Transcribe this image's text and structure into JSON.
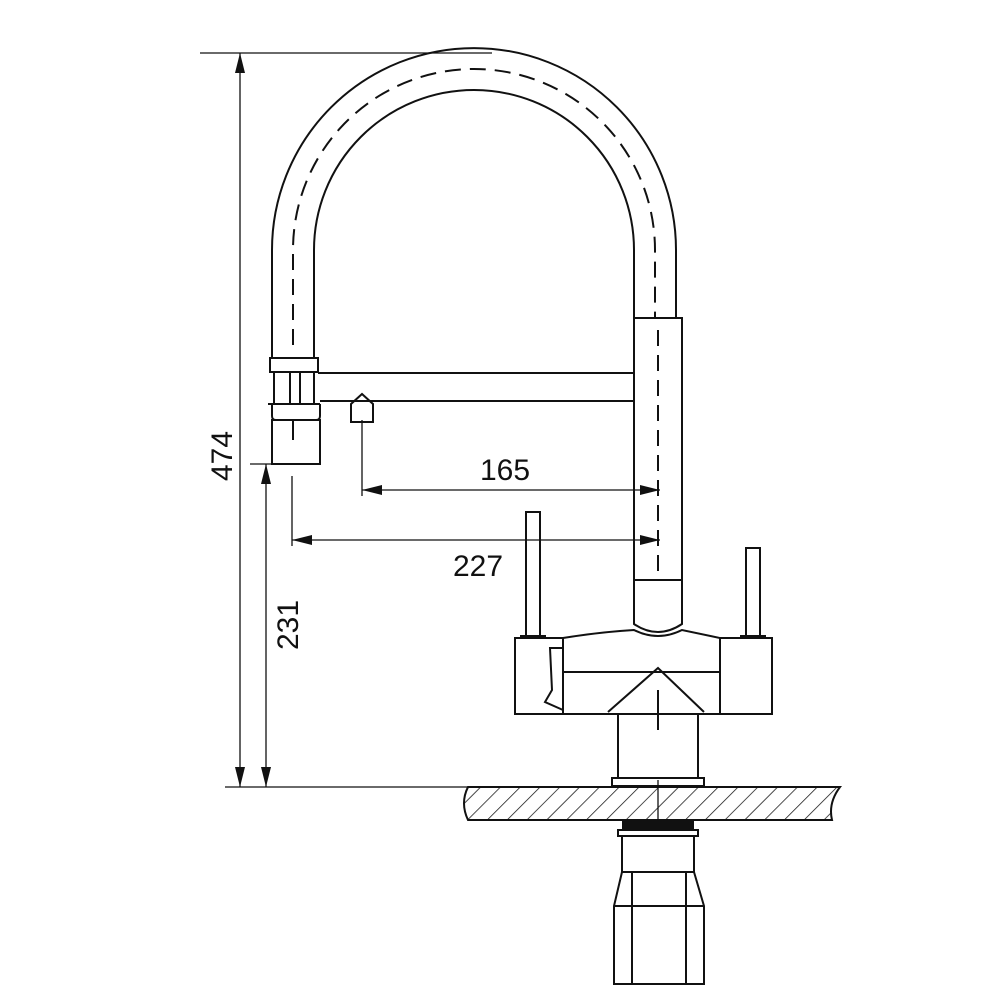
{
  "dimensions": {
    "total_height": "474",
    "spout_height": "231",
    "inner_reach": "165",
    "outer_reach": "227"
  },
  "colors": {
    "line": "#111111",
    "background": "#ffffff"
  }
}
